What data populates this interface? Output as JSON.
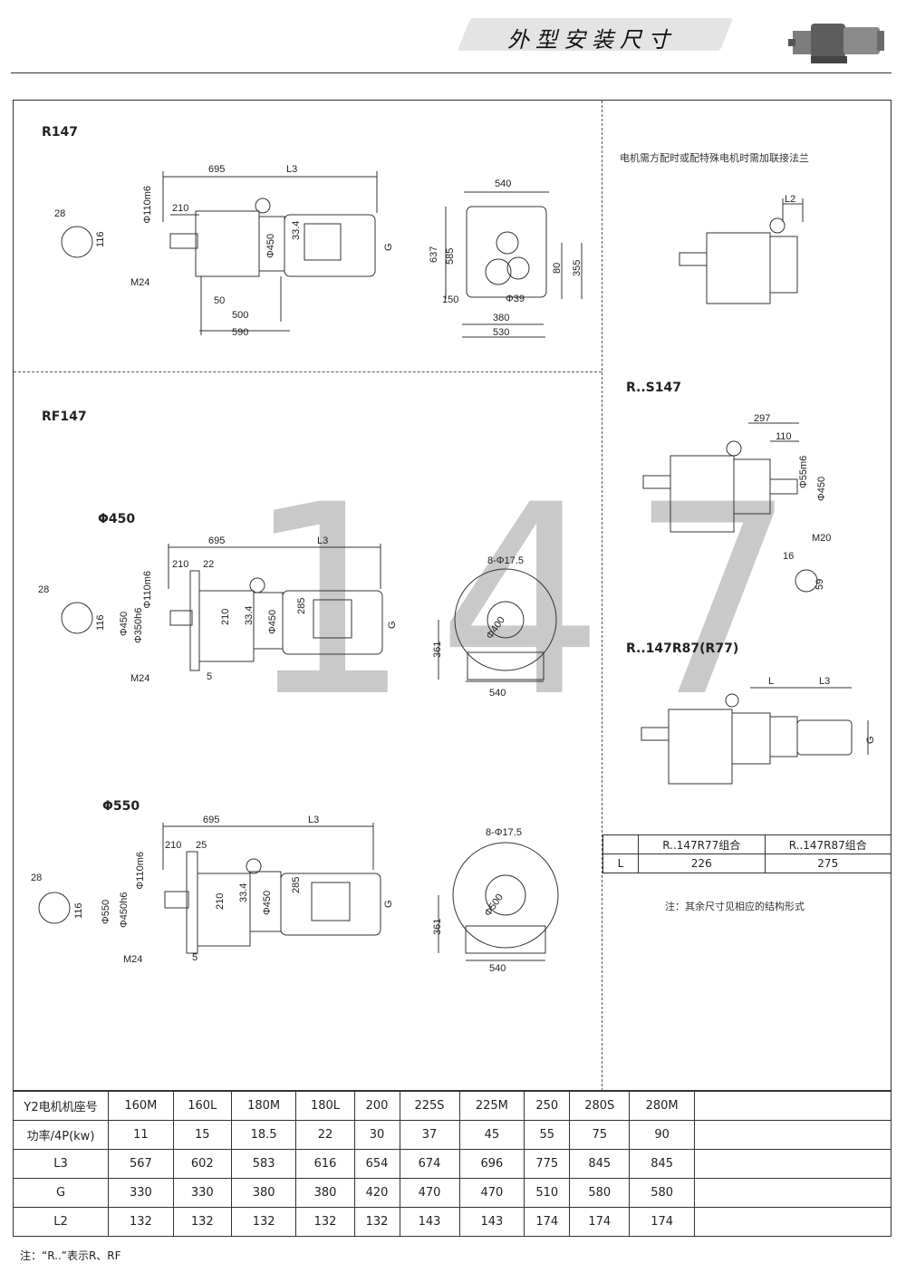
{
  "header": {
    "title": "外型安装尺寸"
  },
  "sections": {
    "r147": {
      "label": "R147",
      "dims": [
        "695",
        "L3",
        "210",
        "Φ110m6",
        "28",
        "116",
        "M24",
        "33.4",
        "Φ450",
        "G",
        "50",
        "500",
        "590",
        "540",
        "637",
        "585",
        "80",
        "355",
        "150",
        "Φ39",
        "380",
        "530"
      ]
    },
    "rf147": {
      "label": "RF147",
      "phi450": {
        "label": "Φ450",
        "dims": [
          "695",
          "L3",
          "210",
          "22",
          "Φ110m6",
          "28",
          "116",
          "Φ450",
          "Φ350h6",
          "M24",
          "5",
          "210",
          "33.4",
          "Φ450",
          "285",
          "G",
          "8-Φ17.5",
          "Φ400",
          "361",
          "540"
        ]
      },
      "phi550": {
        "label": "Φ550",
        "dims": [
          "695",
          "L3",
          "210",
          "25",
          "Φ110m6",
          "28",
          "116",
          "Φ550",
          "Φ450h6",
          "M24",
          "5",
          "210",
          "33.4",
          "Φ450",
          "285",
          "G",
          "8-Φ17.5",
          "Φ500",
          "361",
          "540"
        ]
      }
    },
    "flange_note": "电机需方配时或配特殊电机时需加联接法兰",
    "flange_dims": [
      "L2"
    ],
    "rs147": {
      "label": "R..S147",
      "dims": [
        "297",
        "110",
        "Φ55m6",
        "Φ450",
        "M20",
        "16",
        "59"
      ]
    },
    "r147r87": {
      "label": "R..147R87(R77)",
      "dims": [
        "L",
        "L3",
        "G"
      ]
    },
    "watermark": "147"
  },
  "combo_table": {
    "headers": [
      "",
      "R..147R77组合",
      "R..147R87组合"
    ],
    "row": [
      "L",
      "226",
      "275"
    ],
    "note": "注：其余尺寸见相应的结构形式"
  },
  "spec_table": {
    "rows": [
      {
        "header": "Y2电机机座号",
        "values": [
          "160M",
          "160L",
          "180M",
          "180L",
          "200",
          "225S",
          "225M",
          "250",
          "280S",
          "280M"
        ]
      },
      {
        "header": "功率/4P(kw)",
        "values": [
          "11",
          "15",
          "18.5",
          "22",
          "30",
          "37",
          "45",
          "55",
          "75",
          "90"
        ]
      },
      {
        "header": "L3",
        "values": [
          "567",
          "602",
          "583",
          "616",
          "654",
          "674",
          "696",
          "775",
          "845",
          "845"
        ]
      },
      {
        "header": "G",
        "values": [
          "330",
          "330",
          "380",
          "380",
          "420",
          "470",
          "470",
          "510",
          "580",
          "580"
        ]
      },
      {
        "header": "L2",
        "values": [
          "132",
          "132",
          "132",
          "132",
          "132",
          "143",
          "143",
          "174",
          "174",
          "174"
        ]
      }
    ]
  },
  "footnote": "注：“R..”表示R、RF"
}
